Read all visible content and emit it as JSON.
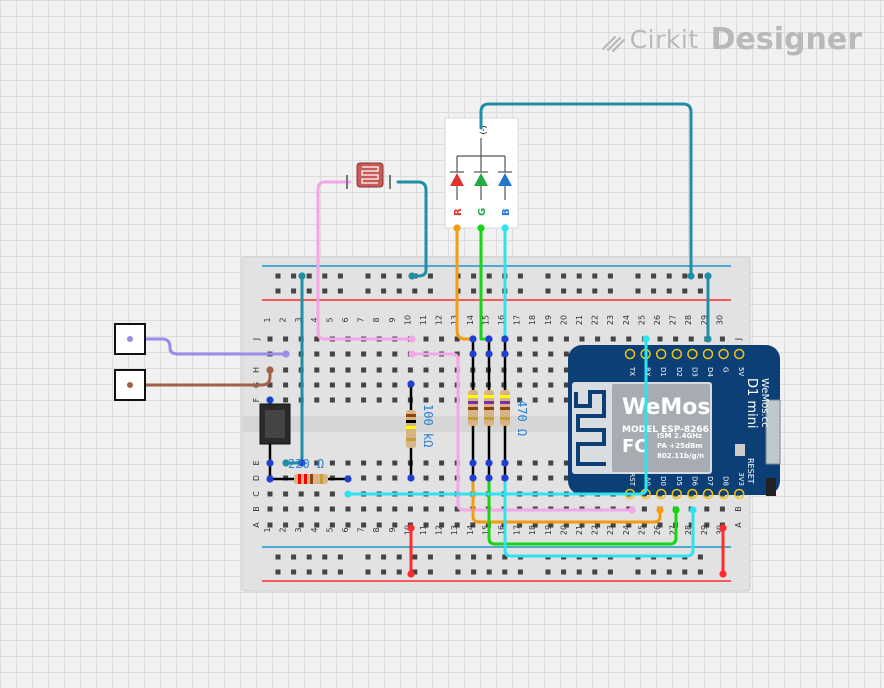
{
  "app": {
    "logo_name": "Cirkit",
    "logo_suffix": "Designer",
    "logo_icon": "pencil-lines-icon"
  },
  "breadboard": {
    "columns": [
      "1",
      "2",
      "3",
      "4",
      "5",
      "6",
      "7",
      "8",
      "9",
      "10",
      "11",
      "12",
      "13",
      "14",
      "15",
      "16",
      "17",
      "18",
      "19",
      "20",
      "21",
      "22",
      "23",
      "24",
      "25",
      "26",
      "27",
      "28",
      "29",
      "30"
    ],
    "rows_top": [
      "J",
      "I",
      "H",
      "G",
      "F"
    ],
    "rows_bottom": [
      "E",
      "D",
      "C",
      "B",
      "A"
    ]
  },
  "components": {
    "pushbutton_1": {
      "icon": "square-terminal-icon"
    },
    "pushbutton_2": {
      "icon": "square-terminal-icon"
    },
    "ldr": {
      "icon": "photoresistor-icon"
    },
    "rgb_led": {
      "pins": [
        "R",
        "G",
        "B"
      ],
      "common_mark": "(-)"
    },
    "resistor_ldr": {
      "label": "100 kΩ"
    },
    "resistor_rgb": {
      "label": "470 Ω"
    },
    "resistor_button": {
      "label": "220 Ω"
    },
    "d1_mini": {
      "title": "D1 mini",
      "brand": "WeMos.cc",
      "module_logo": "WeMos",
      "module_model": "MODEL ESP-8266",
      "specs": [
        "ISM 2.4GHz",
        "PA +25dBm",
        "802.11b/g/n"
      ],
      "cert": "FC",
      "reset_label": "RESET",
      "top_pins": [
        "TX",
        "RX",
        "D1",
        "D2",
        "D3",
        "D4",
        "G",
        "5V"
      ],
      "bottom_pins": [
        "RST",
        "A0",
        "D0",
        "D5",
        "D6",
        "D7",
        "D8",
        "3V3"
      ]
    }
  },
  "wire_colors": {
    "teal": "#1e8fa6",
    "pink": "#f4a6e8",
    "orange": "#f39c12",
    "green": "#17d417",
    "cyan": "#2de3f0",
    "purple": "#9a8ce8",
    "brown": "#a0604a",
    "rail_red": "#ff2a2a",
    "rail_blue": "#1f97c9",
    "board_blue": "#0c3f75"
  }
}
